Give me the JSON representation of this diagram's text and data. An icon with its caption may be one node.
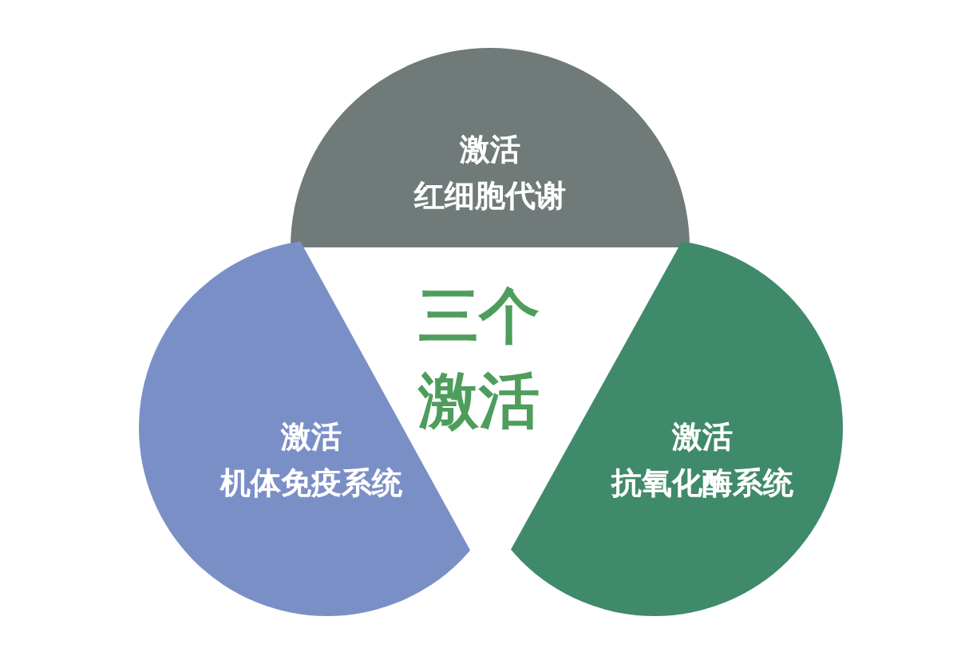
{
  "diagram": {
    "nodes": [
      {
        "text": [
          "激活",
          "红细胞代谢"
        ]
      },
      {
        "text": [
          "激活",
          "机体免疫系统"
        ]
      },
      {
        "text": [
          "激活",
          "抗氧化酶系统"
        ]
      }
    ],
    "labels": [
      "三个激活"
    ]
  }
}
